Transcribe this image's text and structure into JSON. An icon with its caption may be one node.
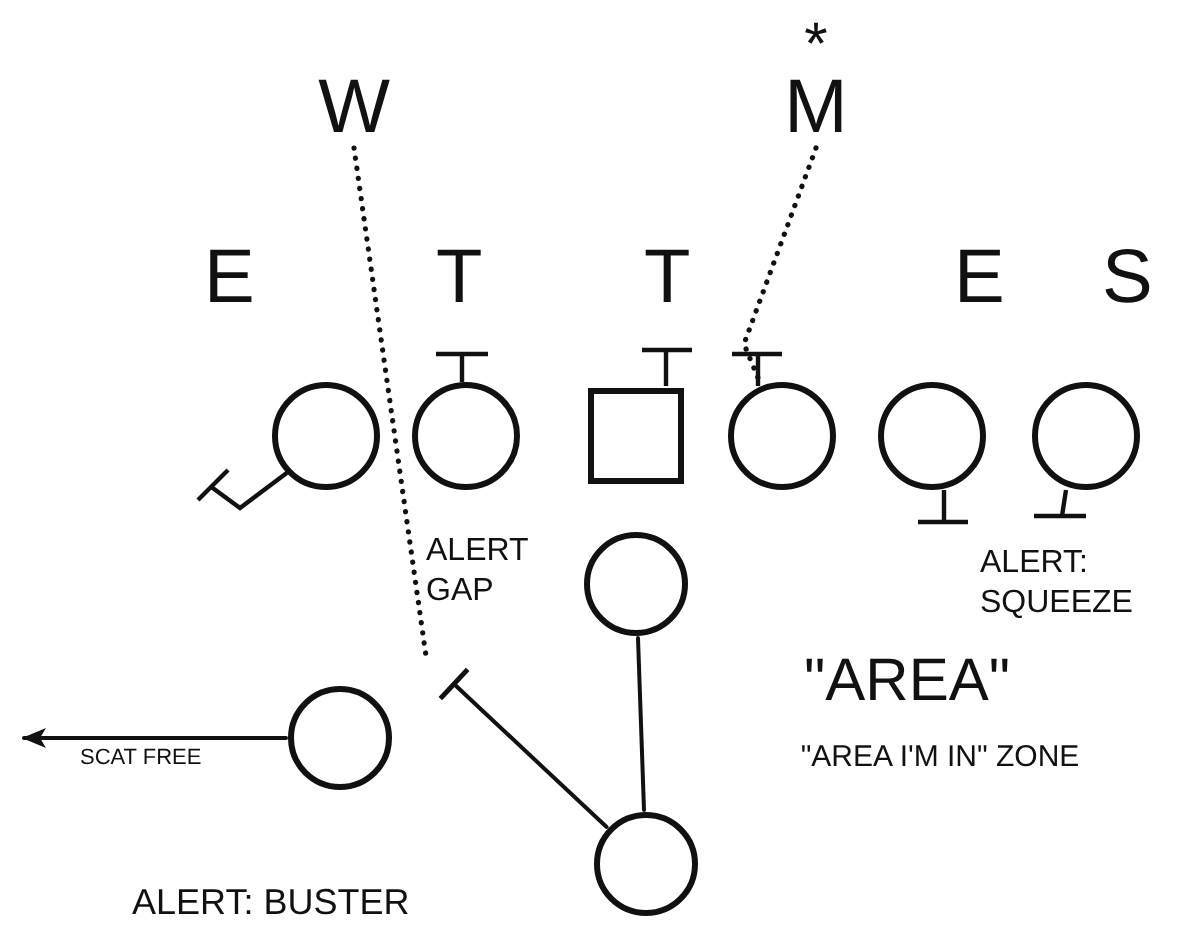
{
  "diagram": {
    "nodes": [
      {
        "text": [
          "W"
        ]
      },
      {
        "text": [
          "M"
        ],
        "beside": [
          "*"
        ]
      },
      {
        "text": [],
        "shape": "circle"
      },
      {
        "text": [],
        "shape": "circle"
      },
      {
        "text": [],
        "shape": "box"
      },
      {
        "text": [],
        "shape": "circle"
      },
      {
        "text": [],
        "shape": "circle"
      },
      {
        "text": [],
        "shape": "circle"
      },
      {
        "text": [],
        "shape": "circle"
      },
      {
        "text": [],
        "shape": "circle"
      },
      {
        "text": [],
        "shape": "circle"
      }
    ],
    "edges": [
      {
        "from": 0,
        "to": null,
        "arrow": "none",
        "style": "dashed"
      },
      {
        "from": 1,
        "to": 5,
        "arrow": "none",
        "style": "dashed"
      },
      {
        "from": 8,
        "to": 10,
        "arrow": "none"
      },
      {
        "from": 10,
        "to": null,
        "arrow": "other"
      },
      {
        "from": 9,
        "to": null,
        "arrow": "to",
        "label": "SCAT FREE"
      }
    ],
    "labels": [
      "E",
      "T",
      "T",
      "E",
      "S",
      "ALERT GAP",
      "ALERT: SQUEEZE",
      "\"AREA\"",
      "\"AREA I'M IN\" ZONE",
      "ALERT: BUSTER"
    ]
  }
}
